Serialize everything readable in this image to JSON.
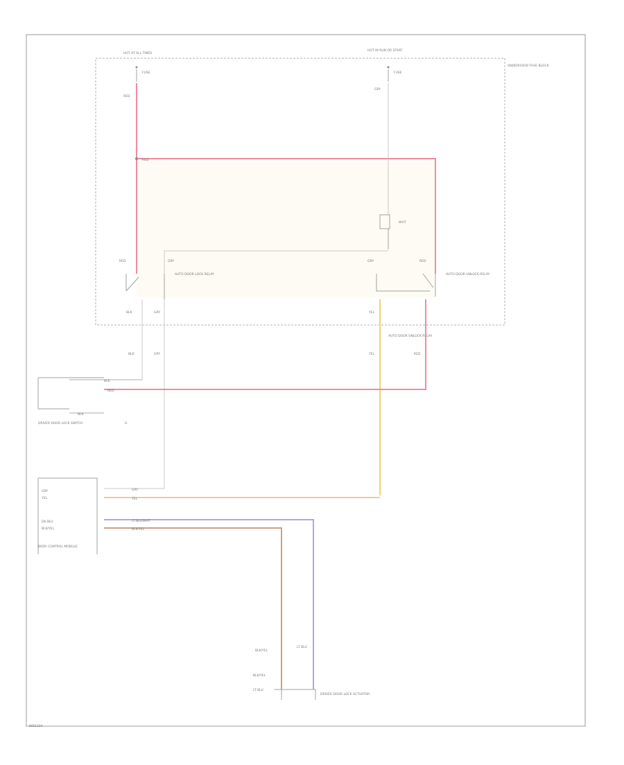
{
  "relay_box": {
    "left_feed": "HOT AT ALL TIMES",
    "right_feed": "HOT IN RUN OR START",
    "left_fuse": "FUSE",
    "right_fuse": "FUSE",
    "side_label": "UNDERHOOD FUSE BLOCK"
  },
  "wires": {
    "red": "RED",
    "gray": "GRY",
    "yellow": "YEL",
    "dk_blue": "DK BLU",
    "lt_blu": "LT BLU",
    "wht": "WHT",
    "black": "BLK",
    "blue_wht": "LT BLU/WHT",
    "blk_yel": "BLK/YEL"
  },
  "relays": {
    "left": "AUTO DOOR LOCK RELAY",
    "right": "AUTO DOOR UNLOCK RELAY"
  },
  "components": {
    "door_switch": "DRIVER DOOR LOCK SWITCH",
    "ecm": "BODY CONTROL MODULE",
    "actuator": "DRIVER DOOR LOCK ACTUATOR",
    "ground": "G"
  },
  "footer": "WD1234"
}
